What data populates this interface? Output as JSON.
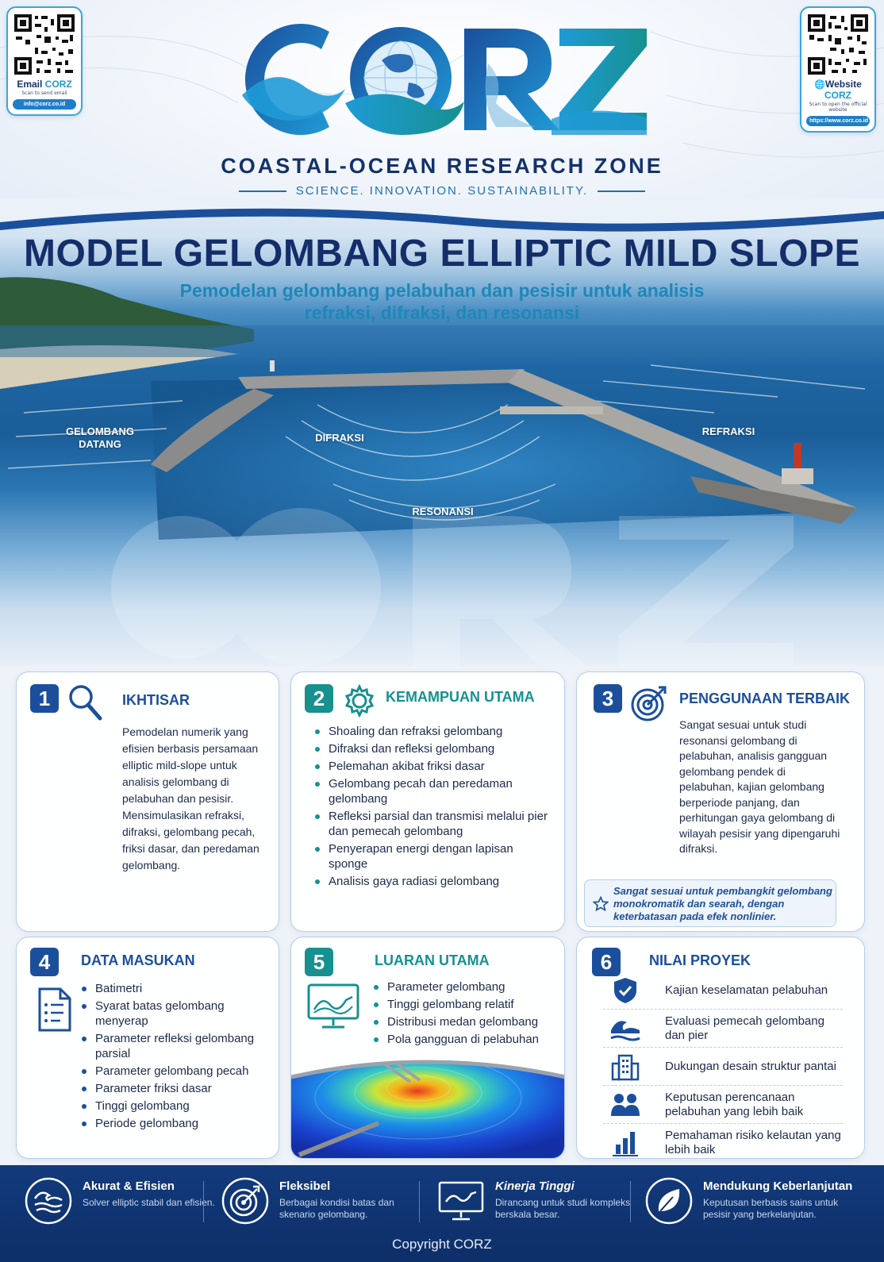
{
  "qr_left": {
    "title_prefix": "Email",
    "title_brand": "CORZ",
    "sub": "Scan to send email",
    "pill": "info@corz.co.id"
  },
  "qr_right": {
    "title_prefix": "Website",
    "title_brand": "CORZ",
    "sub": "Scan to open the official website",
    "pill": "https://www.corz.co.id"
  },
  "brand": {
    "logo_text": "CORZ",
    "name": "COASTAL-OCEAN RESEARCH ZONE",
    "tagline": "SCIENCE. INNOVATION. SUSTAINABILITY."
  },
  "hero": {
    "title": "MODEL GELOMBANG ELLIPTIC MILD SLOPE",
    "subtitle": "Pemodelan gelombang pelabuhan dan pesisir untuk analisis refraksi, difraksi, dan resonansi",
    "labels": {
      "incoming_1": "GELOMBANG",
      "incoming_2": "DATANG",
      "diffraction": "DIFRAKSI",
      "refraction": "REFRAKSI",
      "resonance": "RESONANSI"
    }
  },
  "cards": {
    "overview": {
      "number": "1",
      "title": "IKHTISAR",
      "text": "Pemodelan numerik yang efisien berbasis persamaan elliptic mild-slope untuk analisis gelombang di pelabuhan dan pesisir. Mensimulasikan refraksi, difraksi, gelombang pecah, friksi dasar, dan peredaman gelombang."
    },
    "capabilities": {
      "number": "2",
      "title": "KEMAMPUAN UTAMA",
      "items": [
        "Shoaling dan refraksi gelombang",
        "Difraksi dan refleksi gelombang",
        "Pelemahan akibat friksi dasar",
        "Gelombang pecah dan peredaman gelombang",
        "Refleksi parsial dan transmisi melalui pier dan pemecah gelombang",
        "Penyerapan energi dengan lapisan sponge",
        "Analisis gaya radiasi gelombang"
      ]
    },
    "best_use": {
      "number": "3",
      "title": "PENGGUNAAN TERBAIK",
      "text": "Sangat sesuai untuk studi resonansi gelombang di pelabuhan, analisis gangguan gelombang pendek di pelabuhan, kajian gelombang berperiode panjang, dan perhitungan gaya gelombang di wilayah pesisir yang dipengaruhi difraksi.",
      "note": "Sangat sesuai untuk pembangkit gelombang monokromatik dan searah, dengan keterbatasan pada efek nonlinier."
    },
    "inputs": {
      "number": "4",
      "title": "DATA MASUKAN",
      "items": [
        "Batimetri",
        "Syarat batas gelombang menyerap",
        "Parameter refleksi gelombang parsial",
        "Parameter gelombang pecah",
        "Parameter friksi dasar",
        "Tinggi gelombang",
        "Periode gelombang"
      ]
    },
    "outputs": {
      "number": "5",
      "title": "LUARAN UTAMA",
      "items": [
        "Parameter gelombang",
        "Tinggi gelombang relatif",
        "Distribusi medan gelombang",
        "Pola gangguan di pelabuhan"
      ]
    },
    "value": {
      "number": "6",
      "title": "NILAI PROYEK",
      "items": [
        {
          "icon": "shield-check-icon",
          "text": "Kajian keselamatan pelabuhan"
        },
        {
          "icon": "wave-icon",
          "text": "Evaluasi pemecah gelombang dan pier"
        },
        {
          "icon": "building-icon",
          "text": "Dukungan desain struktur pantai"
        },
        {
          "icon": "people-icon",
          "text": "Keputusan perencanaan pelabuhan yang lebih baik"
        },
        {
          "icon": "bar-chart-icon",
          "text": "Pemahaman risiko kelautan yang lebih baik"
        }
      ]
    }
  },
  "footer": {
    "features": [
      {
        "icon": "wave-circle-icon",
        "title": "Akurat & Efisien",
        "desc": "Solver elliptic stabil dan efisien."
      },
      {
        "icon": "target-icon",
        "title": "Fleksibel",
        "desc": "Berbagai kondisi batas dan skenario gelombang."
      },
      {
        "icon": "monitor-icon",
        "title": "Kinerja Tinggi",
        "desc": "Dirancang untuk studi kompleks berskala besar."
      },
      {
        "icon": "leaf-icon",
        "title": "Mendukung Keberlanjutan",
        "desc": "Keputusan berbasis sains untuk pesisir yang berkelanjutan."
      }
    ],
    "copyright": "Copyright CORZ"
  },
  "colors": {
    "navy": "#142e6a",
    "blue": "#1b4f9c",
    "teal": "#16918f",
    "accent": "#1f87b8"
  }
}
